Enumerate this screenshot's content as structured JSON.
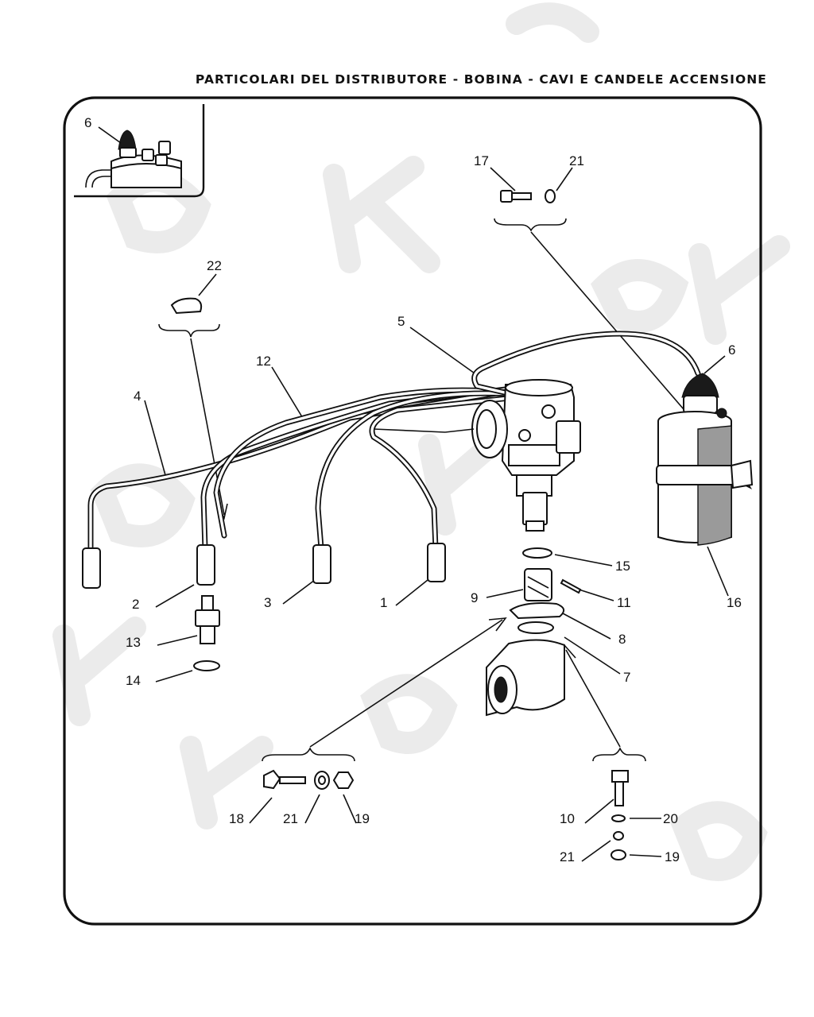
{
  "title": "PARTICOLARI DEL DISTRIBUTORE - BOBINA - CAVI E CANDELE ACCENSIONE",
  "labels": {
    "n1": "1",
    "n2": "2",
    "n3": "3",
    "n4": "4",
    "n5": "5",
    "n6_inset": "6",
    "n6": "6",
    "n7": "7",
    "n8": "8",
    "n9": "9",
    "n10": "10",
    "n11": "11",
    "n12": "12",
    "n13": "13",
    "n14": "14",
    "n15": "15",
    "n16": "16",
    "n17": "17",
    "n18": "18",
    "n19_bottom": "19",
    "n19_right": "19",
    "n20": "20",
    "n21_top": "21",
    "n21_bottom": "21",
    "n21_right": "21",
    "n22": "22"
  }
}
